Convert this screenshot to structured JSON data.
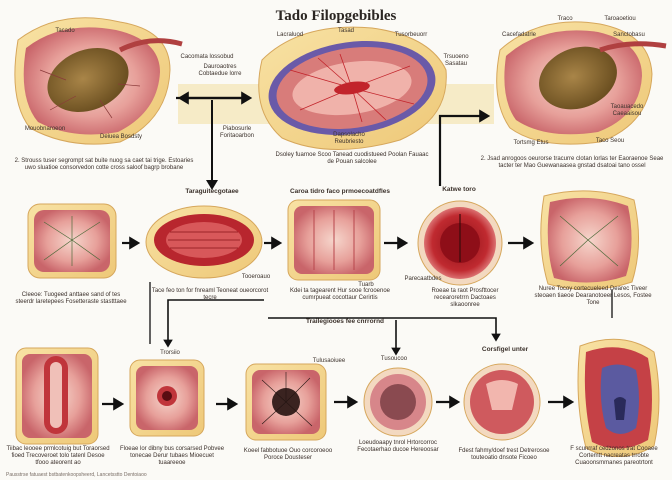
{
  "title": "Tado Filopgebibles",
  "row1": {
    "left": {
      "labels": [
        "Tacado",
        "Cacomata lossobud",
        "Dauroaotres Cobtaedue lorre",
        "Mouobnaroeon",
        "Deiuea Bosdsty"
      ],
      "caption": "2. Strouss tuser segrompt sat buite nuog sa caet tai trige. Estoaries uwo sluatioe consorvedon cotte cross saloof bagrp brobane"
    },
    "center": {
      "labels": [
        "Lacraluod",
        "Tasad",
        "Tusorbeuorr",
        "Trsuoeno Sasatau",
        "Piabosurle Foritaoarbon",
        "Dapsolacho Reubriesto"
      ],
      "caption": "Dsoley fuarnoe Scoo Tanead cuodistueed Poolan Fauaac de Pouan salcolee"
    },
    "right": {
      "labels": [
        "Traco",
        "Taroaoetiou",
        "Cacefadatrle",
        "Sanctobasu",
        "Taoauacedo Caeaaisou",
        "Tortsmg Etus",
        "Taco Seou"
      ],
      "caption": "2. Jsad anrogoos oeurorse tracurre clotan lorlas ter Eaoraenoe Seae tacter ter Mao Guewanaasea gnstad dsatoai tano ossel"
    }
  },
  "row2": {
    "connector_label": "Taraguitecgotaee",
    "connector_label2": "Caroa tidro faco prmoecoatdfles",
    "connector_label3": "Katwe toro",
    "items": [
      {
        "label": "",
        "caption": "Cleeoe: Tuogeed anttaee sand of tes steerdr laretepees Fosetteraste stastttaee"
      },
      {
        "label": "Tooeroauo",
        "caption": "Tace feo ton for fnreaml Teoneat oueorcorot tecre"
      },
      {
        "label": "Tuarb",
        "caption": "Kdei ta tagearent Hur sooe fcrooenoe cumrpueat cocottaur Cerirtis"
      },
      {
        "label": "Parecaatbdes",
        "caption": "Roeae ta raot Prosfttocer recearoretrrn Dactoaes slkaoonree"
      },
      {
        "label": "",
        "caption": "Nuree Tocoy cortecueleed Dearec Tiveer steoaen tiaeoe Dearanotoeer Lesos, Fostee Tone"
      }
    ]
  },
  "row3": {
    "connector_label": "Trailegiooes fee cnrrornd",
    "connector_label2": "Corsfigel unter",
    "items": [
      {
        "label": "",
        "caption": "Tiibac leooee prmlcotuig but Toraorsed fioed Trecoveroet tolo tatenl Desoe tfooo ateorent ao"
      },
      {
        "label": "Trorsiio",
        "caption": "Floeae lor dibny bus corsarsed Pobvee tonecae Derur tubaes Mioecuet tuaareeoe"
      },
      {
        "label": "Tulusaoiuee",
        "caption": "Koeel fabbotuoe Ouo corcoroeoo Poroce Dousteser"
      },
      {
        "label": "Tusoucoo",
        "caption": "Loeudoaapy tnrol Hrtorcorroc Fecotaerhao ducoe Hereoosar"
      },
      {
        "label": "",
        "caption": "Fdest fahmy/doef trest Detrerosoe touteoatio dnsote Ficoeo"
      },
      {
        "label": "",
        "caption": "F scunrraf cedzonos trat Cooaee Cortemtt nacreatas trrobte Cuaoonsmmanes pareotrtont"
      }
    ]
  },
  "footer": "Pausstrse fatuaest bstbatenkoopsheerd, Lancetsstto Dentoiaoo",
  "colors": {
    "tissue_pink": "#e9a7a3",
    "tissue_red": "#c8484b",
    "core_brown": "#8a6a2e",
    "fat_yellow": "#f2d58c",
    "violet_band": "#6a5aa8",
    "arrow": "#111111"
  }
}
